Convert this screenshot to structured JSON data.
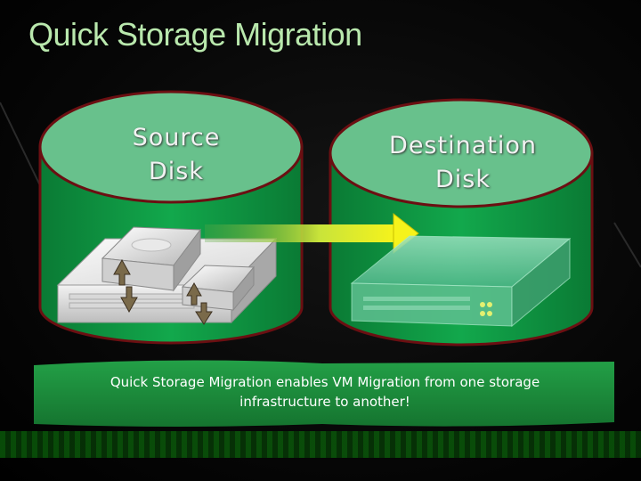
{
  "slide": {
    "title": "Quick Storage Migration",
    "source_disk": {
      "line1": "Source",
      "line2": "Disk"
    },
    "destination_disk": {
      "line1": "Destination",
      "line2": "Disk"
    },
    "caption": {
      "line1": "Quick Storage Migration enables VM Migration from one storage",
      "line2": "infrastructure to another!"
    }
  },
  "colors": {
    "title": "#b9e8ad",
    "cylinder_body": "#0e9a45",
    "cylinder_top": "#68c18c",
    "cylinder_rim": "#6b0f12",
    "caption_banner": "#1b8a3c",
    "arrow_start": "#6fb84a",
    "arrow_end": "#f3f21a"
  },
  "icons": [
    "server-icon",
    "hard-drive-icon",
    "up-down-arrow-icon",
    "migration-arrow-icon",
    "ghost-server-icon"
  ]
}
